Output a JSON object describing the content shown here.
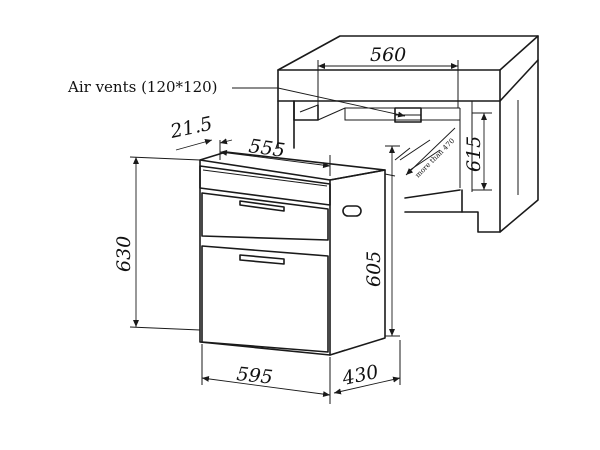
{
  "labels": {
    "air_vents": "Air vents (120*120)",
    "more_than": "more than 470"
  },
  "dimensions": {
    "cabinet_width": "560",
    "cabinet_height": "615",
    "panel_offset": "21.5",
    "body_width": "555",
    "total_height": "630",
    "body_height": "605",
    "front_width": "595",
    "depth": "430"
  },
  "colors": {
    "stroke": "#1a1a1a",
    "background": "#ffffff"
  }
}
